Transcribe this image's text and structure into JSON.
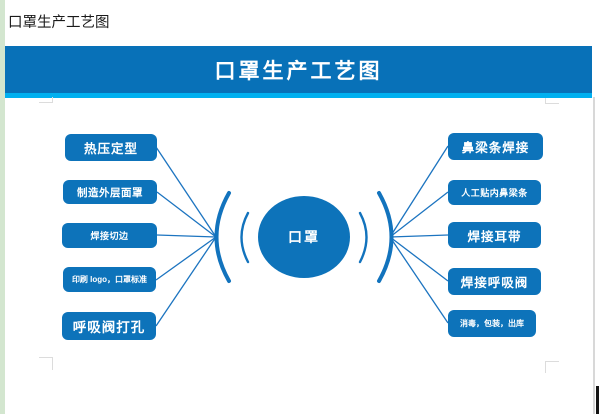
{
  "page_label": "口罩生产工艺图",
  "header": {
    "title": "口罩生产工艺图"
  },
  "diagram": {
    "center": {
      "label": "口罩"
    },
    "left_nodes": [
      {
        "label": "热压定型"
      },
      {
        "label": "制造外层面罩"
      },
      {
        "label": "焊接切边"
      },
      {
        "label": "印刷 logo，口罩标准"
      },
      {
        "label": "呼吸阀打孔"
      }
    ],
    "right_nodes": [
      {
        "label": "鼻梁条焊接"
      },
      {
        "label": "人工贴内鼻梁条"
      },
      {
        "label": "焊接耳带"
      },
      {
        "label": "焊接呼吸阀"
      },
      {
        "label": "消毒，包装，出库"
      }
    ]
  },
  "colors": {
    "header_bg": "#0871b8",
    "accent_strip": "#00b0f0",
    "node_bg": "#0d73ba",
    "connector_line": "#1c74c0",
    "sidebar_strip": "#d3e6cf",
    "page_edge": "#d8d8d8",
    "cursor": "#141414"
  }
}
